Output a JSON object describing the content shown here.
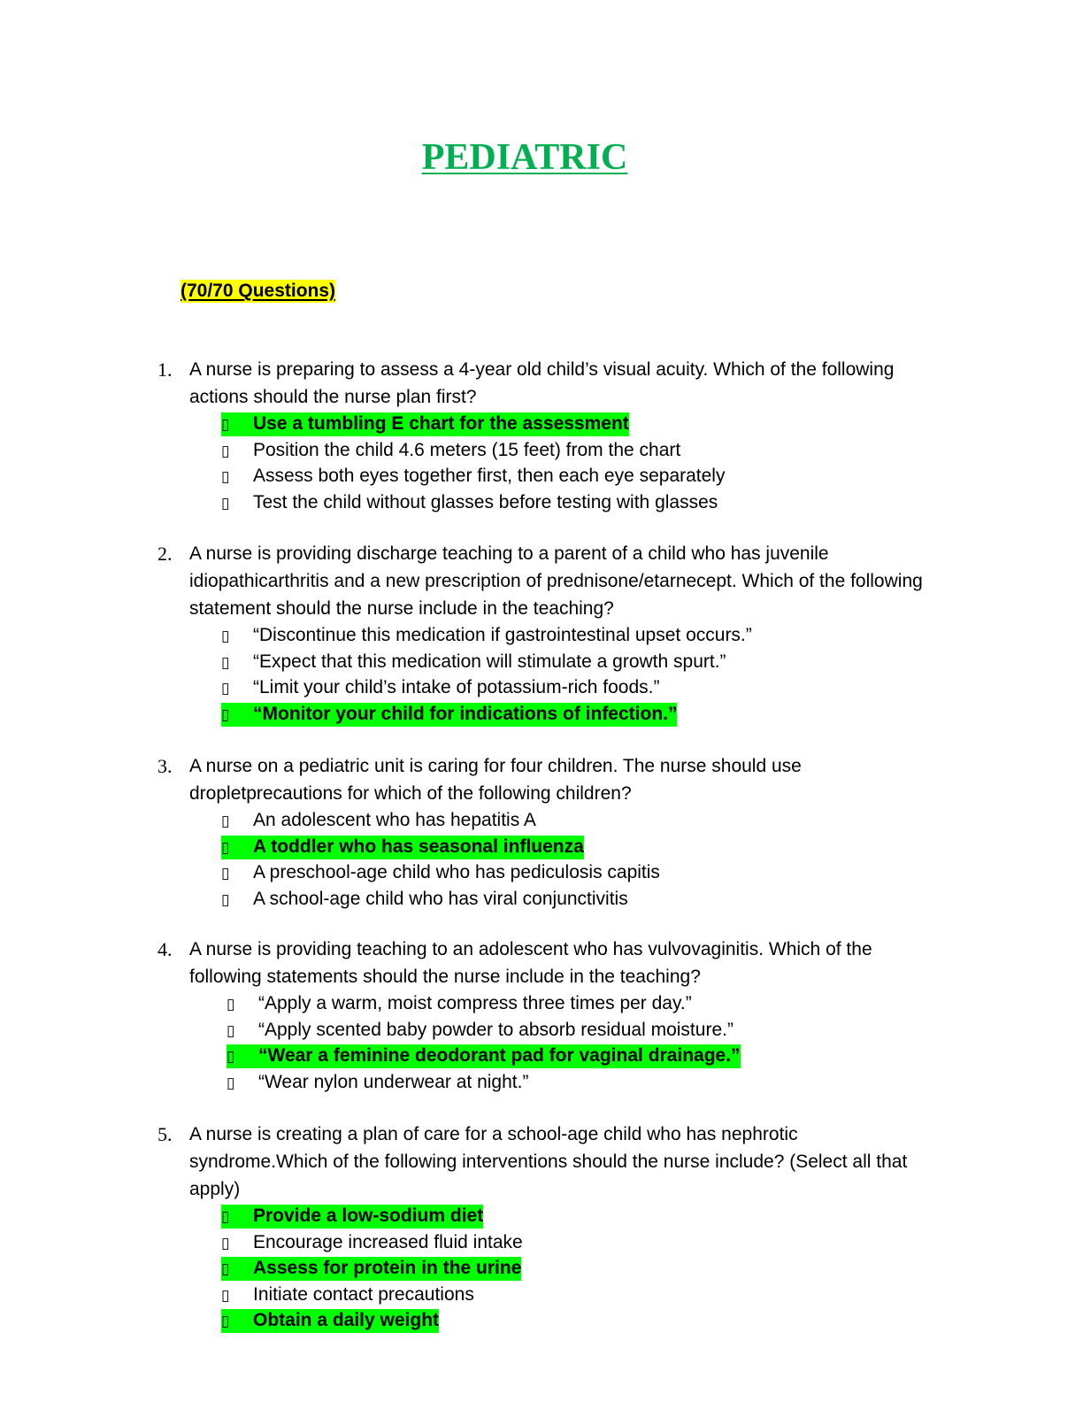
{
  "document": {
    "title": "PEDIATRIC",
    "question_count": "(70/70 Questions)",
    "bullet_glyph": "▯",
    "highlight_color": "#00ff00",
    "title_color": "#00b050"
  },
  "questions": [
    {
      "number": "1.",
      "text": "A nurse is preparing to assess a 4-year old child’s visual acuity. Which of the following actions should the nurse plan first?",
      "options": [
        {
          "text": "Use a tumbling E chart for the assessment",
          "correct": true
        },
        {
          "text": "Position the child 4.6 meters (15 feet) from the chart",
          "correct": false
        },
        {
          "text": "Assess both eyes together first, then each eye separately",
          "correct": false
        },
        {
          "text": "Test the child without glasses before testing with glasses",
          "correct": false
        }
      ]
    },
    {
      "number": "2.",
      "text": "A nurse is providing discharge teaching to a parent of a child who has juvenile idiopathicarthritis and a new prescription of prednisone/etarnecept. Which of the following statement should the nurse include in the teaching?",
      "options": [
        {
          "text": "“Discontinue this medication if gastrointestinal upset occurs.”",
          "correct": false
        },
        {
          "text": "“Expect that this medication will stimulate a growth spurt.”",
          "correct": false
        },
        {
          "text": "“Limit your child’s intake of potassium-rich foods.”",
          "correct": false
        },
        {
          "text": "“Monitor your child for indications of infection.”",
          "correct": true
        }
      ]
    },
    {
      "number": "3.",
      "text": "A nurse on a pediatric unit is caring for four children. The nurse should use dropletprecautions for which of the following children?",
      "options": [
        {
          "text": "An adolescent who has hepatitis A",
          "correct": false
        },
        {
          "text": "A toddler who has seasonal influenza",
          "correct": true
        },
        {
          "text": "A preschool-age child who has pediculosis capitis",
          "correct": false
        },
        {
          "text": "A school-age child who has viral conjunctivitis",
          "correct": false
        }
      ]
    },
    {
      "number": "4.",
      "text": "A nurse is providing teaching to an adolescent who has vulvovaginitis. Which of the following statements should the nurse include in the teaching?",
      "options": [
        {
          "text": "“Apply a warm, moist compress three times per day.”",
          "correct": false
        },
        {
          "text": "“Apply scented baby powder to absorb residual moisture.”",
          "correct": false
        },
        {
          "text": "“Wear a feminine deodorant pad for vaginal drainage.”",
          "correct": true
        },
        {
          "text": "“Wear nylon underwear at night.”",
          "correct": false
        }
      ]
    },
    {
      "number": "5.",
      "text": "A nurse is creating a plan of care for a school-age child who has nephrotic syndrome.Which of the following interventions should the nurse include? (Select all that apply)",
      "options": [
        {
          "text": "Provide a low-sodium diet",
          "correct": true
        },
        {
          "text": "Encourage increased fluid intake",
          "correct": false
        },
        {
          "text": "Assess for protein in the urine",
          "correct": true
        },
        {
          "text": "Initiate contact precautions",
          "correct": false
        },
        {
          "text": "Obtain a daily weight",
          "correct": true
        }
      ]
    }
  ]
}
